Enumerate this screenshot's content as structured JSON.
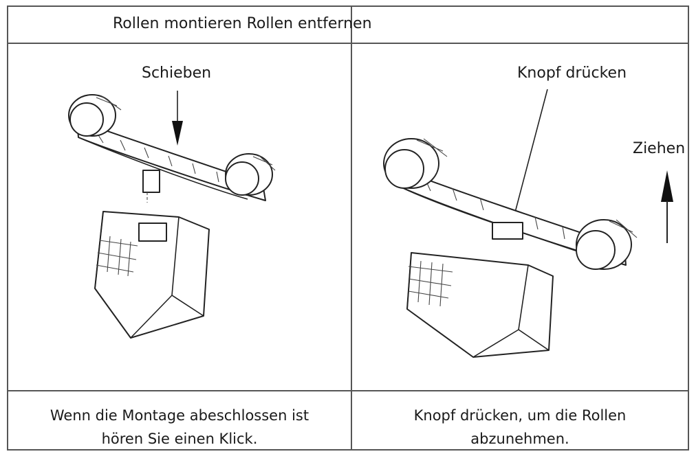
{
  "header": {
    "title": "Rollen montieren Rollen entfernen"
  },
  "left_panel": {
    "label": "Schieben",
    "caption_line1": "Wenn die Montage abeschlossen ist",
    "caption_line2": "hören Sie einen Klick."
  },
  "right_panel": {
    "label_button": "Knopf drücken",
    "label_pull": "Ziehen",
    "caption_line1": "Knopf drücken, um die Rollen",
    "caption_line2": "abzunehmen."
  },
  "colors": {
    "line": "#222222",
    "border": "#555555",
    "background": "#ffffff"
  }
}
